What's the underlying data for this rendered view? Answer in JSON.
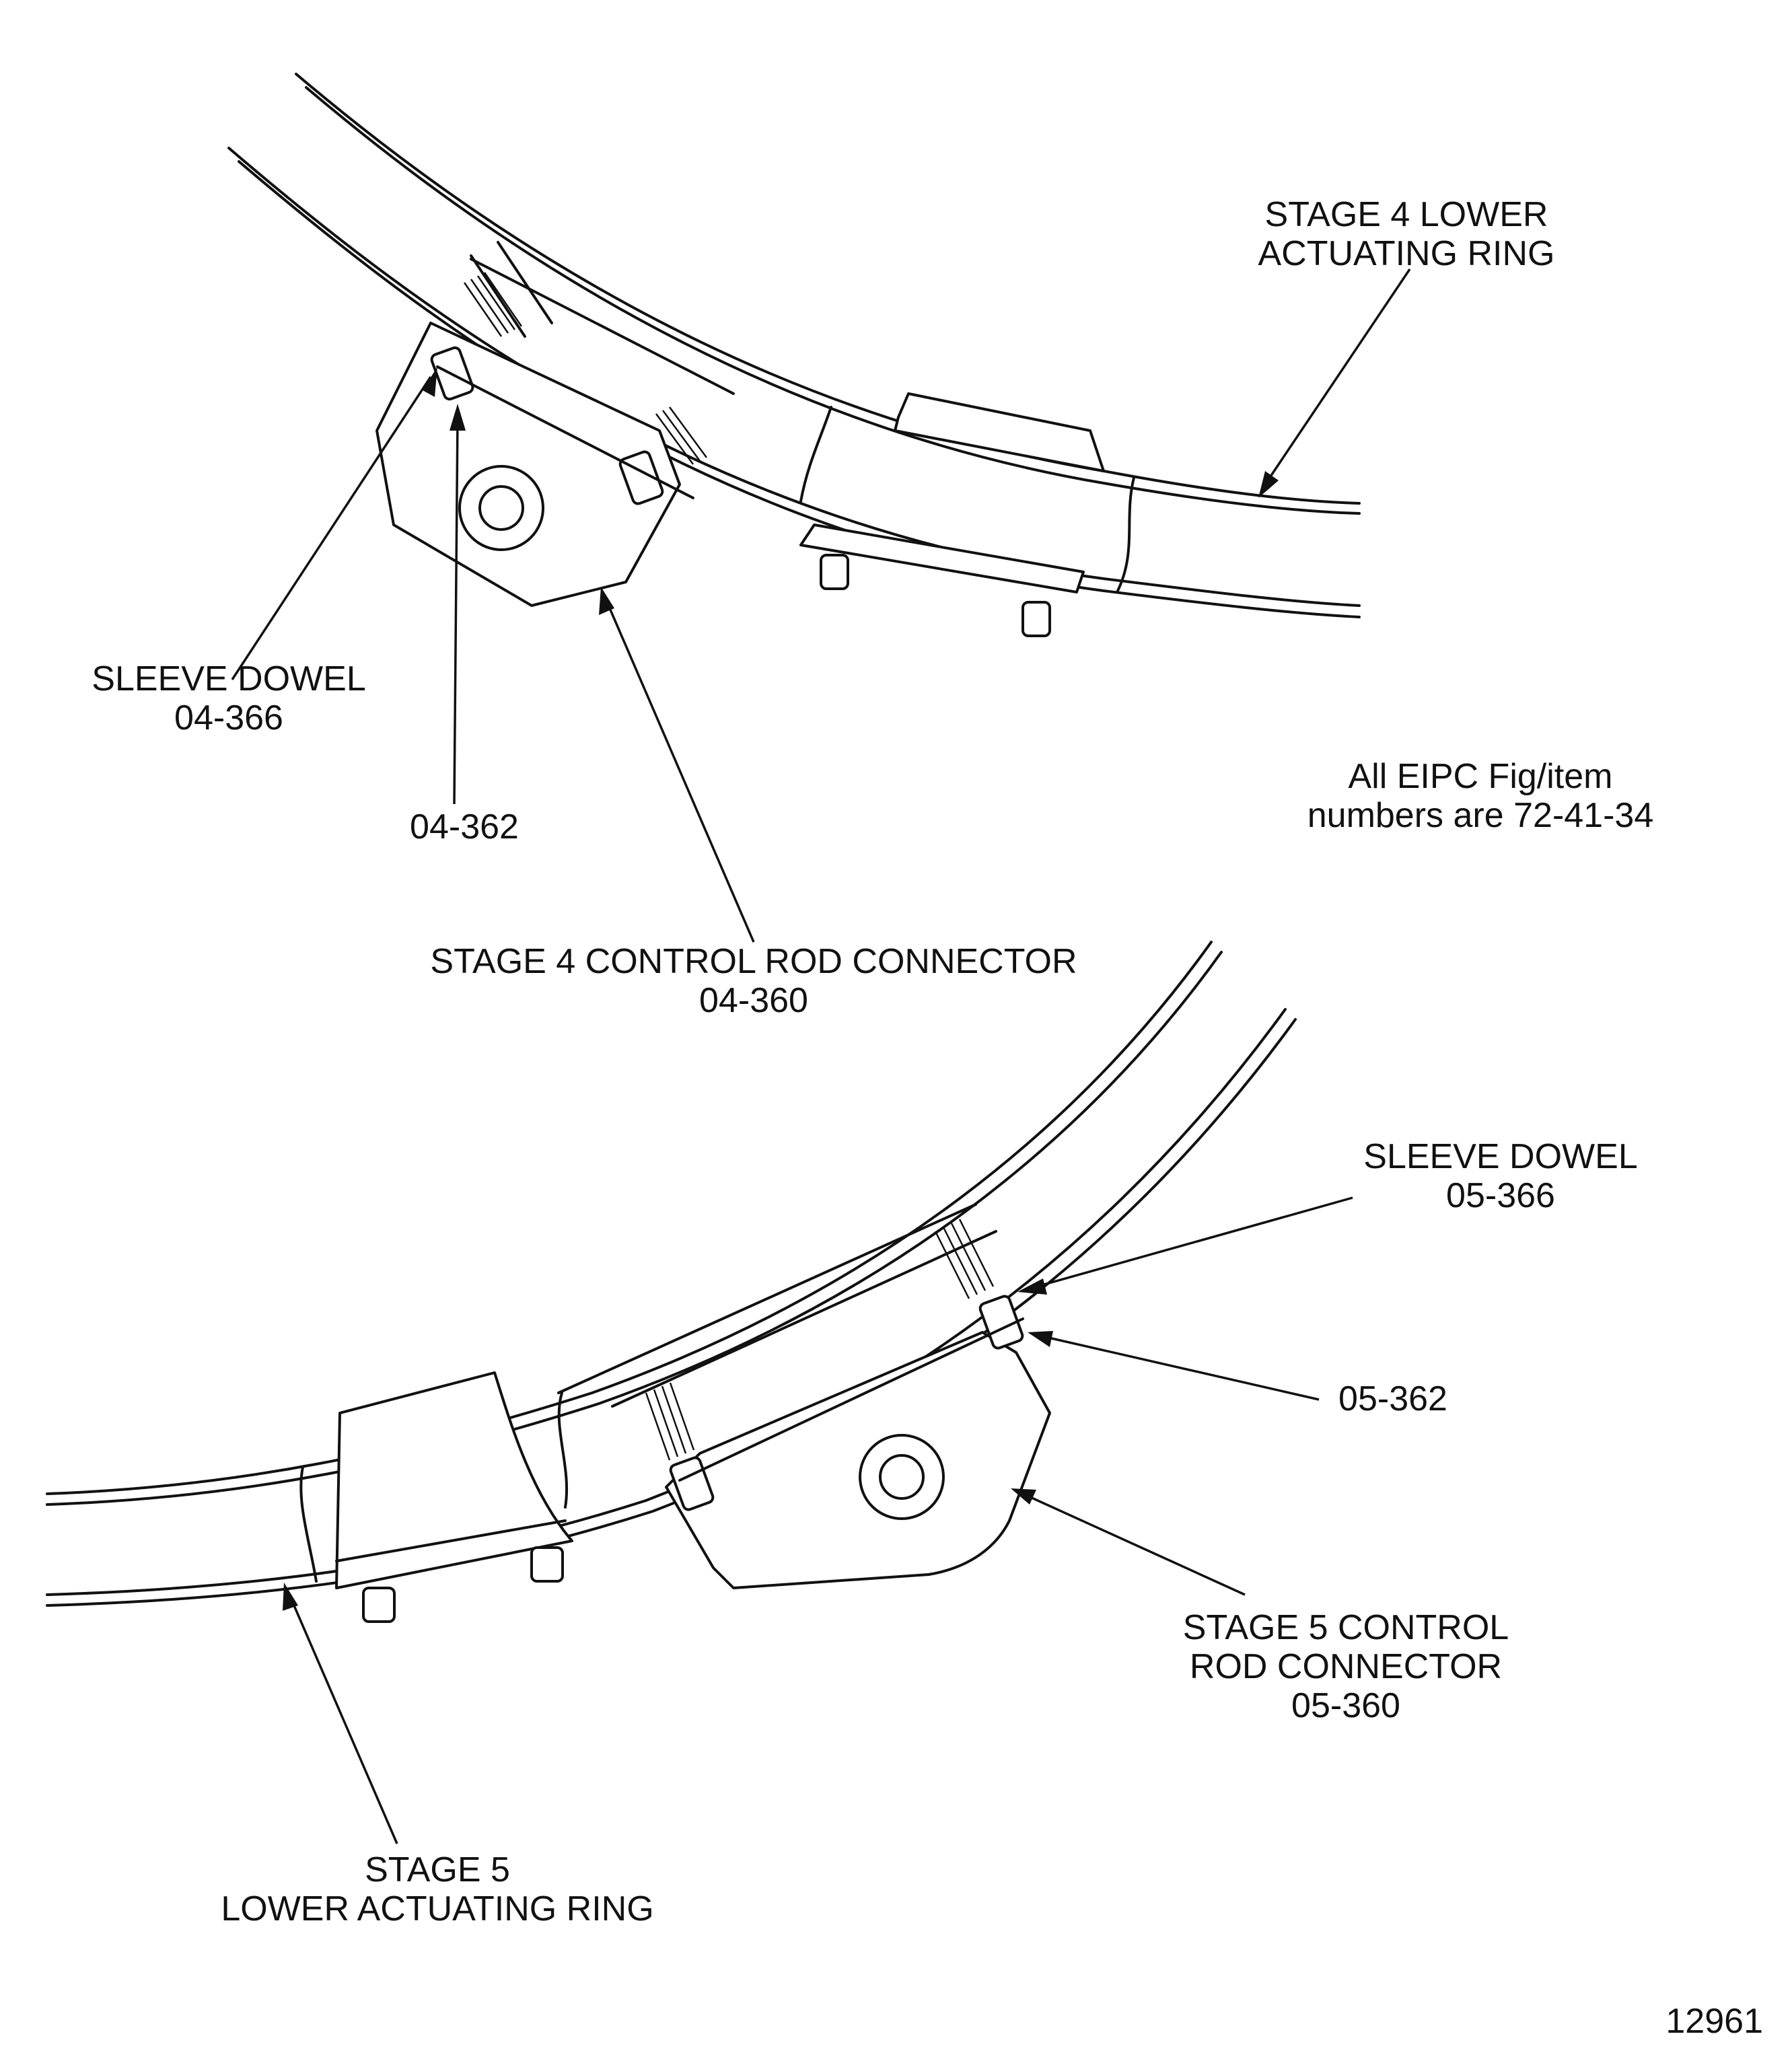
{
  "figure_id": "12961",
  "note": [
    "All EIPC Fig/item",
    "numbers are 72-41-34"
  ],
  "upper_assembly": {
    "ring_label": [
      "STAGE 4 LOWER",
      "ACTUATING RING"
    ],
    "sleeve_dowel_label": [
      "SLEEVE DOWEL",
      "04-366"
    ],
    "bolt_label": "04-362",
    "connector_label": [
      "STAGE 4 CONTROL ROD CONNECTOR",
      "04-360"
    ]
  },
  "lower_assembly": {
    "sleeve_dowel_label": [
      "SLEEVE DOWEL",
      "05-366"
    ],
    "bolt_label": "05-362",
    "connector_label": [
      "STAGE 5 CONTROL",
      "ROD CONNECTOR",
      "05-360"
    ],
    "ring_label": [
      "STAGE 5",
      "LOWER ACTUATING RING"
    ]
  },
  "colors": {
    "ink": "#111111",
    "paper": "#ffffff"
  }
}
